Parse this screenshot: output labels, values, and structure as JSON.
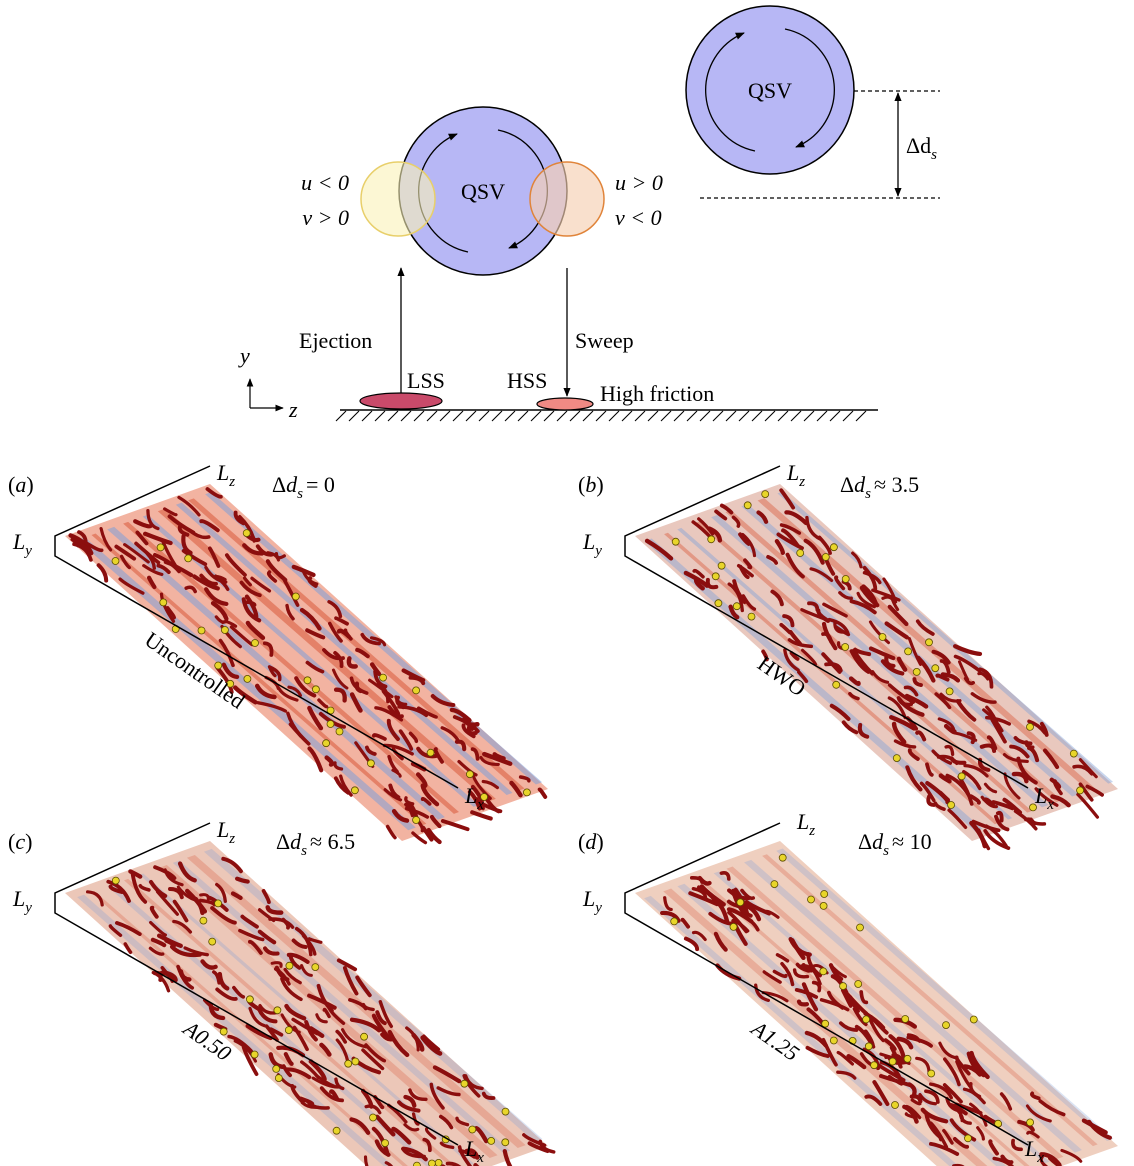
{
  "schematic": {
    "qsv_label": "QSV",
    "left_region": {
      "line1": "u < 0",
      "line2": "v > 0"
    },
    "right_region": {
      "line1": "u > 0",
      "line2": "v < 0"
    },
    "ejection": "Ejection",
    "sweep": "Sweep",
    "lss": "LSS",
    "hss": "HSS",
    "high_friction": "High friction",
    "axis_y": "y",
    "axis_z": "z",
    "delta_label": "Δd",
    "delta_sub": "s",
    "colors": {
      "qsv_fill": "#b7b7f5",
      "left_fill": "#faf2b8",
      "left_stroke": "#e8cf6a",
      "right_fill": "#f6cfb2",
      "right_stroke": "#e0843a",
      "lss_fill": "#c94a6a",
      "hss_fill": "#f08a84"
    }
  },
  "panels": [
    {
      "tag": "(a)",
      "tag_letter": "a",
      "case": "Uncontrolled",
      "delta_rel": "=",
      "delta_val": "0",
      "lz": "L",
      "lz_sub": "z",
      "ly": "L",
      "ly_sub": "y",
      "lx": "L",
      "lx_sub": "x",
      "tint": "#f2b3a1"
    },
    {
      "tag": "(b)",
      "tag_letter": "b",
      "case": "HWO",
      "delta_rel": "≈",
      "delta_val": "3.5",
      "lz": "L",
      "lz_sub": "z",
      "ly": "L",
      "ly_sub": "y",
      "lx": "L",
      "lx_sub": "x",
      "tint": "#e9c8be"
    },
    {
      "tag": "(c)",
      "tag_letter": "c",
      "case": "A0.50",
      "delta_rel": "≈",
      "delta_val": "6.5",
      "lz": "L",
      "lz_sub": "z",
      "ly": "L",
      "ly_sub": "y",
      "lx": "L",
      "lx_sub": "x",
      "tint": "#ecc7b8"
    },
    {
      "tag": "(d)",
      "tag_letter": "d",
      "case": "A1.25",
      "delta_rel": "≈",
      "delta_val": "10",
      "lz": "L",
      "lz_sub": "z",
      "ly": "L",
      "ly_sub": "y",
      "lx": "L",
      "lx_sub": "x",
      "tint": "#efcfbf"
    }
  ]
}
